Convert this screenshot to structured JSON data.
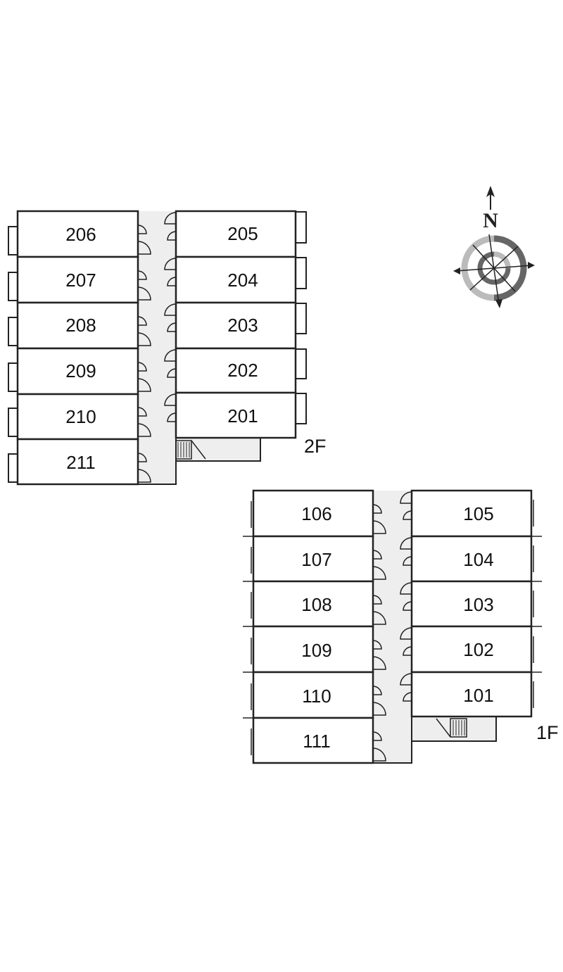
{
  "floors": [
    {
      "id": "2F",
      "label": "2F",
      "left_rooms": [
        "206",
        "207",
        "208",
        "209",
        "210",
        "211"
      ],
      "right_rooms": [
        "205",
        "204",
        "203",
        "202",
        "201"
      ]
    },
    {
      "id": "1F",
      "label": "1F",
      "left_rooms": [
        "106",
        "107",
        "108",
        "109",
        "110",
        "111"
      ],
      "right_rooms": [
        "105",
        "104",
        "103",
        "102",
        "101"
      ]
    }
  ],
  "compass": {
    "label": "N",
    "icon": "compass-rose-icon"
  },
  "colors": {
    "line": "#222222",
    "corridor": "#eeeeee",
    "compass_dark": "#666666",
    "compass_light": "#bbbbbb"
  }
}
